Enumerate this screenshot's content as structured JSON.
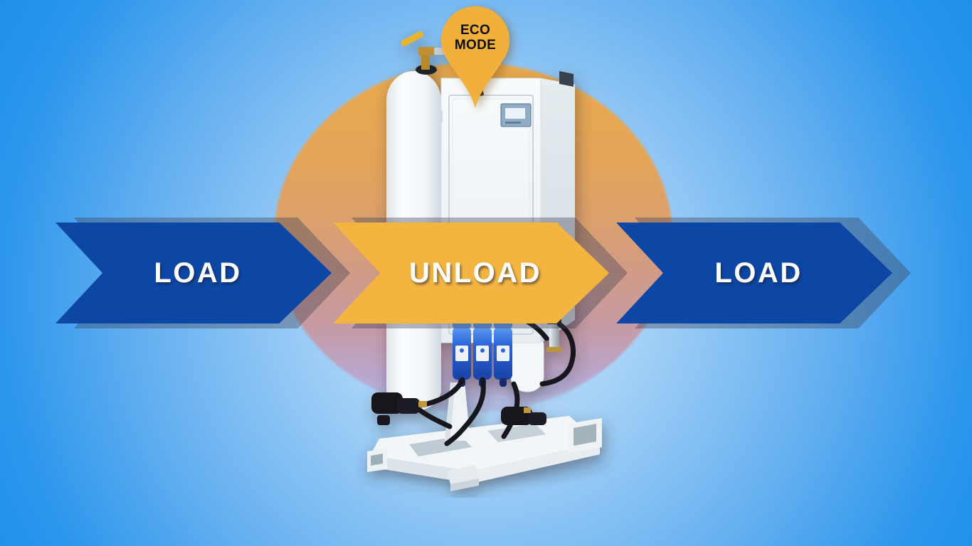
{
  "eco_pin": {
    "line1": "ECO",
    "line2": "MODE"
  },
  "flow_steps": [
    {
      "label": "LOAD",
      "fill": "#0D47A6",
      "text_color": "#FFFFFF"
    },
    {
      "label": "UNLOAD",
      "fill": "#F4B540",
      "text_color": "#FFFFFF"
    },
    {
      "label": "LOAD",
      "fill": "#0D47A6",
      "text_color": "#FFFFFF"
    }
  ],
  "colors": {
    "background_center": "#CDE6FB",
    "background_edge": "#1F8FE9",
    "halo_circle_top": "#E9AA4E",
    "halo_circle_bottom": "#B9A7CE",
    "pin_yellow": "#F1AF3C",
    "arrow_blue": "#0D47A6",
    "arrow_yellow": "#F4B540",
    "arrow_shadow": "rgba(62,62,84,0.38)",
    "machine_filter_blue": "#2B62D8"
  },
  "images": {
    "machine": "psa-gas-generator-skid-photo"
  }
}
